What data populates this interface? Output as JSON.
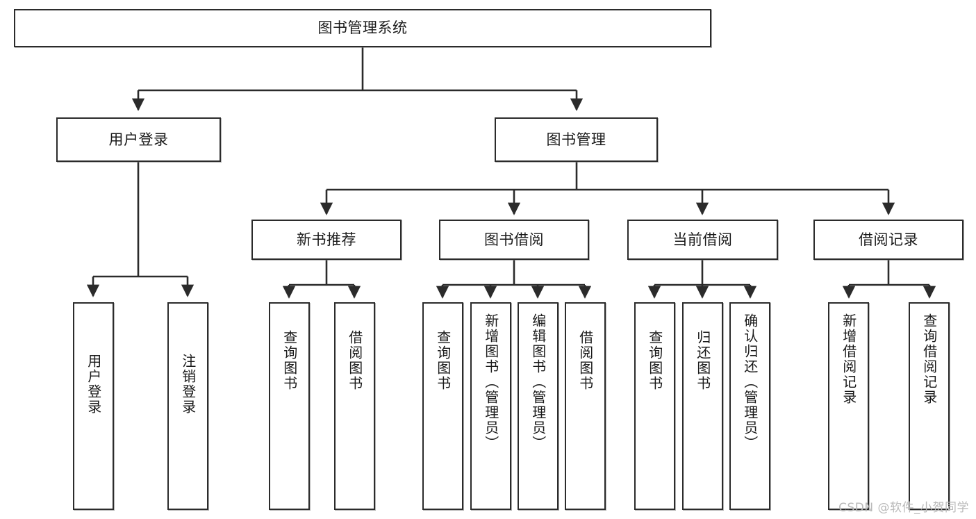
{
  "diagram": {
    "title": "图书管理系统",
    "type": "functional-structure-tree",
    "background": "#ffffff",
    "node_border_color": "#2b2b2b",
    "node_fill_color": "#ffffff",
    "text_color": "#1a1a1a",
    "watermark": "CSDN @软件_小贺同学",
    "levels": {
      "root": {
        "label": "图书管理系统"
      },
      "level2": [
        {
          "label": "用户登录"
        },
        {
          "label": "图书管理"
        }
      ],
      "level3": [
        {
          "label": "新书推荐"
        },
        {
          "label": "图书借阅"
        },
        {
          "label": "当前借阅"
        },
        {
          "label": "借阅记录"
        }
      ],
      "leaves": [
        {
          "label": "用户登录",
          "parent": "用户登录"
        },
        {
          "label": "注销登录",
          "parent": "用户登录"
        },
        {
          "label": "查询图书",
          "parent": "新书推荐"
        },
        {
          "label": "借阅图书",
          "parent": "新书推荐"
        },
        {
          "label": "查询图书",
          "parent": "图书借阅"
        },
        {
          "label": "新增图书（管理员）",
          "parent": "图书借阅"
        },
        {
          "label": "编辑图书（管理员）",
          "parent": "图书借阅"
        },
        {
          "label": "借阅图书",
          "parent": "图书借阅"
        },
        {
          "label": "查询图书",
          "parent": "当前借阅"
        },
        {
          "label": "归还图书",
          "parent": "当前借阅"
        },
        {
          "label": "确认归还（管理员）",
          "parent": "当前借阅"
        },
        {
          "label": "新增借阅记录",
          "parent": "借阅记录"
        },
        {
          "label": "查询借阅记录",
          "parent": "借阅记录"
        }
      ]
    }
  }
}
